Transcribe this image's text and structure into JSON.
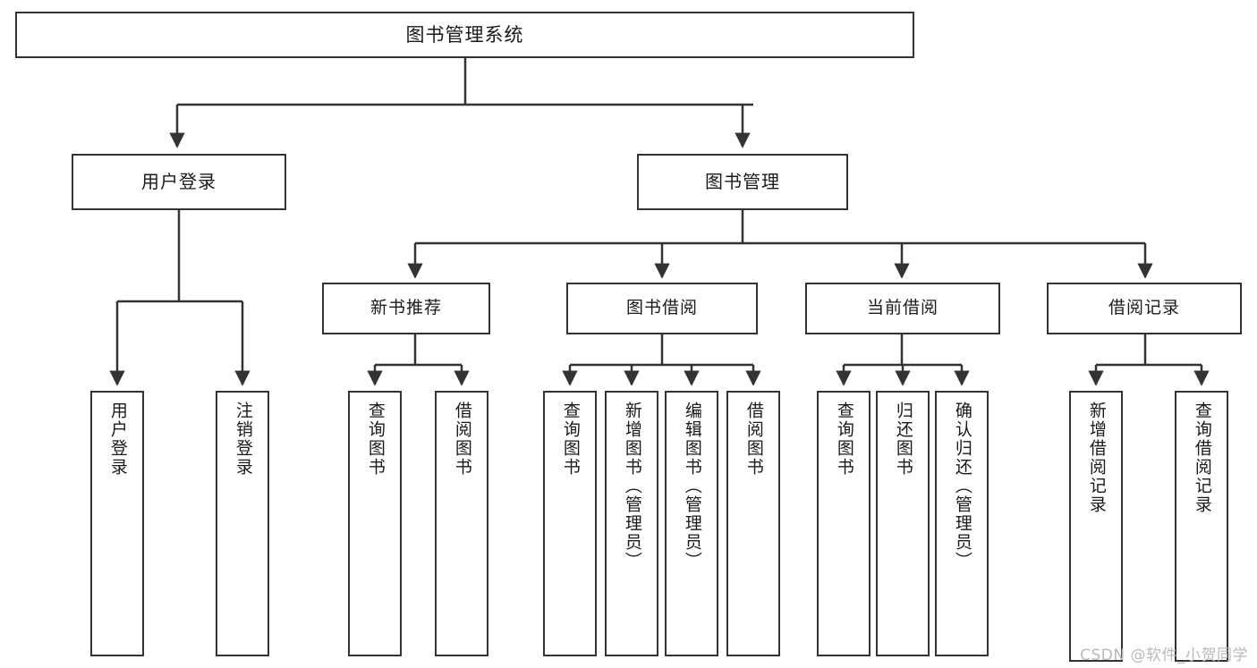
{
  "diagram": {
    "title": "图书管理系统",
    "watermark": "CSDN @软件_小贺同学",
    "theme": {
      "box_border": "#333333",
      "box_fill": "#ffffff",
      "connector": "#333333",
      "text": "#1a1a1a",
      "watermark_color": "#b9b9b9",
      "background": "#ffffff"
    },
    "root": {
      "label": "图书管理系统"
    },
    "level2": [
      {
        "id": "user-login",
        "label": "用户登录"
      },
      {
        "id": "book-manage",
        "label": "图书管理"
      }
    ],
    "level3": [
      {
        "id": "new-book-recommend",
        "label": "新书推荐"
      },
      {
        "id": "book-borrow",
        "label": "图书借阅"
      },
      {
        "id": "current-borrow",
        "label": "当前借阅"
      },
      {
        "id": "borrow-record",
        "label": "借阅记录"
      }
    ],
    "leaves": {
      "user-login": [
        {
          "id": "leaf-user-login",
          "label": "用户登录"
        },
        {
          "id": "leaf-logout-login",
          "label": "注销登录"
        }
      ],
      "new-book-recommend": [
        {
          "id": "leaf-query-book-1",
          "label": "查询图书"
        },
        {
          "id": "leaf-borrow-book-1",
          "label": "借阅图书"
        }
      ],
      "book-borrow": [
        {
          "id": "leaf-query-book-2",
          "label": "查询图书"
        },
        {
          "id": "leaf-add-book",
          "label": "新增图书（管理员）"
        },
        {
          "id": "leaf-edit-book",
          "label": "编辑图书（管理员）"
        },
        {
          "id": "leaf-borrow-book-2",
          "label": "借阅图书"
        }
      ],
      "current-borrow": [
        {
          "id": "leaf-query-book-3",
          "label": "查询图书"
        },
        {
          "id": "leaf-return-book",
          "label": "归还图书"
        },
        {
          "id": "leaf-confirm-return",
          "label": "确认归还（管理员）"
        }
      ],
      "borrow-record": [
        {
          "id": "leaf-add-record",
          "label": "新增借阅记录"
        },
        {
          "id": "leaf-query-record",
          "label": "查询借阅记录"
        }
      ]
    }
  }
}
